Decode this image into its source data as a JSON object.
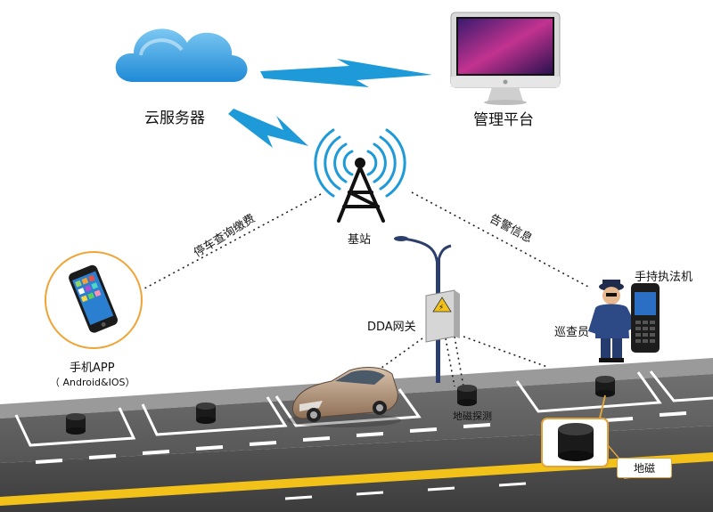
{
  "labels": {
    "cloud_server": "云服务器",
    "management_platform": "管理平台",
    "base_station": "基站",
    "parking_query_payment": "停车查询缴费",
    "alarm_info": "告警信息",
    "mobile_app": "手机APP",
    "mobile_app_os": "（ Android&IOS）",
    "dda_gateway": "DDA网关",
    "geomagnetic_detection": "地磁探测",
    "inspector": "巡查员",
    "handheld_device": "手持执法机",
    "geomagnetic": "地磁"
  },
  "icons": [
    "cloud-icon",
    "computer-monitor-icon",
    "signal-tower-icon",
    "smartphone-icon",
    "gateway-box-icon",
    "car-icon",
    "geomagnetic-sensor-icon",
    "inspector-person-icon",
    "handheld-terminal-icon",
    "street-lamp-icon"
  ],
  "colors": {
    "wireless_link": "#1e9ad8",
    "cloud": "#3aa8e6",
    "road": "#4a4a4a",
    "curb": "#8a8a8a",
    "lane_yellow": "#f2c21b",
    "sensor_highlight": "#e0a33b",
    "phone_ring": "#f0a436"
  }
}
